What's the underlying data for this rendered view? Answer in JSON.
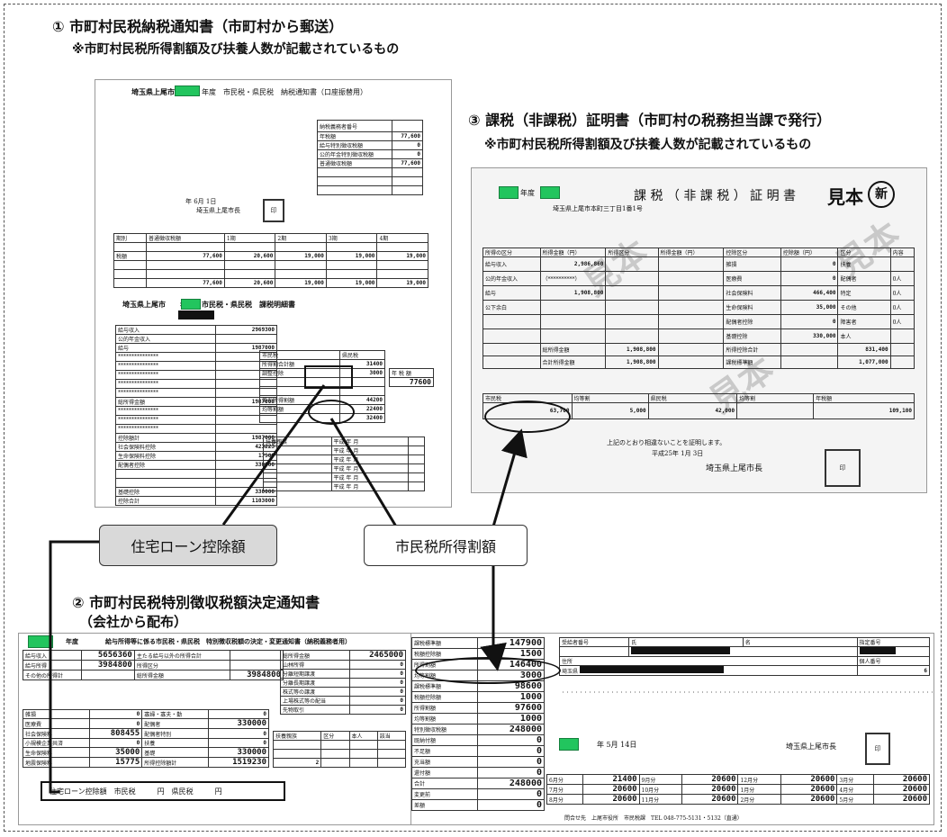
{
  "section1": {
    "title": "① 市町村民税納税通知書（市町村から郵送）",
    "note": "※市町村民税所得割額及び扶養人数が記載されているもの"
  },
  "section2": {
    "title": "② 市町村民税特別徴収税額決定通知書",
    "subtitle": "（会社から配布）"
  },
  "section3": {
    "title": "③ 課税（非課税）証明書（市町村の税務担当課で発行）",
    "note": "※市町村民税所得割額及び扶養人数が記載されているもの"
  },
  "callouts": {
    "housing_loan": "住宅ローン控除額",
    "income_levy": "市民税所得割額"
  },
  "doc1": {
    "header_city": "埼玉県上尾市",
    "header_title": "年度　市民税・県民税　納税通知書（口座振替用）",
    "date": "年 6月 1日",
    "issuer": "埼玉県上尾市長",
    "amounts": [
      {
        "label": "年税額",
        "value": "77,600"
      },
      {
        "label": "給与特別徴収税額",
        "value": "0"
      },
      {
        "label": "公的年金特別徴収税額",
        "value": "0"
      },
      {
        "label": "普通徴収税額",
        "value": "77,600"
      }
    ],
    "installments_header": [
      "期別",
      "普通徴収税額",
      "1期",
      "2期",
      "3期",
      "4期"
    ],
    "installments": [
      "77,600",
      "20,600",
      "19,000",
      "19,000",
      "19,000"
    ],
    "detail_title": "埼玉県上尾市　　年度　市民税・県民税　課税明細書",
    "detail_values": {
      "income": "2969300",
      "salary": "1987000",
      "levy_total": "31400",
      "deduction": "3000",
      "levy_after": "44200",
      "tax": "77600",
      "misc1": "32400",
      "misc2": "22400",
      "deduct_total": "1987000",
      "deduct_a": "423223",
      "deduct_b": "17500",
      "deduct_c": "330000",
      "base": "330000",
      "base2": "1103000"
    }
  },
  "doc2": {
    "year_label": "年度",
    "title": "給与所得等に係る市民税・県民税　特別徴収税額の決定・変更通知書（納税義務者用）",
    "income_salary": "5656360",
    "income_after": "3984800",
    "income_total": "3984800",
    "other_total": "2465000",
    "social_ins": "808455",
    "life_ins": "35000",
    "earthquake": "15775",
    "basic": "330000",
    "basic2": "330000",
    "deduct_total": "1519230",
    "dep_count": "2",
    "box_text": "住宅ローン控除額　市民税　　　円　県民税　　　円",
    "mid_values": [
      "147900",
      "1500",
      "146400",
      "3000",
      "98600",
      "1000",
      "97600",
      "1000",
      "248000",
      "0",
      "0",
      "0",
      "0",
      "248000",
      "0",
      "0"
    ],
    "mid_labels": [
      "課税標準額",
      "税額控除額",
      "所得割額",
      "均等割額",
      "課税標準額",
      "税額控除額",
      "所得割額",
      "均等割額",
      "特別徴収税額",
      "既納付額",
      "不足額",
      "充当額",
      "還付額",
      "合計",
      "変更前",
      "差額"
    ],
    "right_header": [
      "受給者番号",
      "氏",
      "名",
      "指定番号"
    ],
    "address_label": "住所",
    "address_value": "埼玉県",
    "date": "年 5月 14日",
    "issuer": "埼玉県上尾市長",
    "monthly": [
      [
        "6月分",
        "21400",
        "9月分",
        "20600",
        "12月分",
        "20600",
        "3月分",
        "20600"
      ],
      [
        "7月分",
        "20600",
        "10月分",
        "20600",
        "1月分",
        "20600",
        "4月分",
        "20600"
      ],
      [
        "8月分",
        "20600",
        "11月分",
        "20600",
        "2月分",
        "20600",
        "5月分",
        "20600"
      ]
    ],
    "footer": "問合せ先　上尾市役所　市民税課　TEL 048-775-5131・5132（直通）"
  },
  "doc3": {
    "year": "年度",
    "title": "課 税 （ 非 課 税 ） 証 明 書",
    "mihon": "見本",
    "shin": "新",
    "address": "埼玉県上尾市本町三丁目1番1号",
    "cols": [
      "所得の区分",
      "所得金額（円）",
      "所得区分",
      "所得金額（円）",
      "控除区分",
      "控除額（円）",
      "区分",
      "内容"
    ],
    "rows": [
      [
        "給与収入",
        "2,986,860"
      ],
      [
        "公的年金収入",
        "（**********）"
      ],
      [
        "給与",
        "1,908,800"
      ],
      [
        "公下余白",
        ""
      ]
    ],
    "total_income": "1,908,800",
    "taxable": "1,908,800",
    "deduct_total": "831,400",
    "tax_base": "1,077,000",
    "social": "466,400",
    "misc": "35,000",
    "basic": "330,000",
    "bottom_headers": [
      "市民税",
      "県民税",
      "年税額"
    ],
    "bottom_values": [
      "63,700",
      "5,000",
      "42,000",
      "109,100"
    ],
    "cert_text": "上記のとおり相違ないことを証明します。",
    "cert_date": "平成25年 1月 3日",
    "issuer": "埼玉県上尾市長",
    "watermark": "見本"
  }
}
